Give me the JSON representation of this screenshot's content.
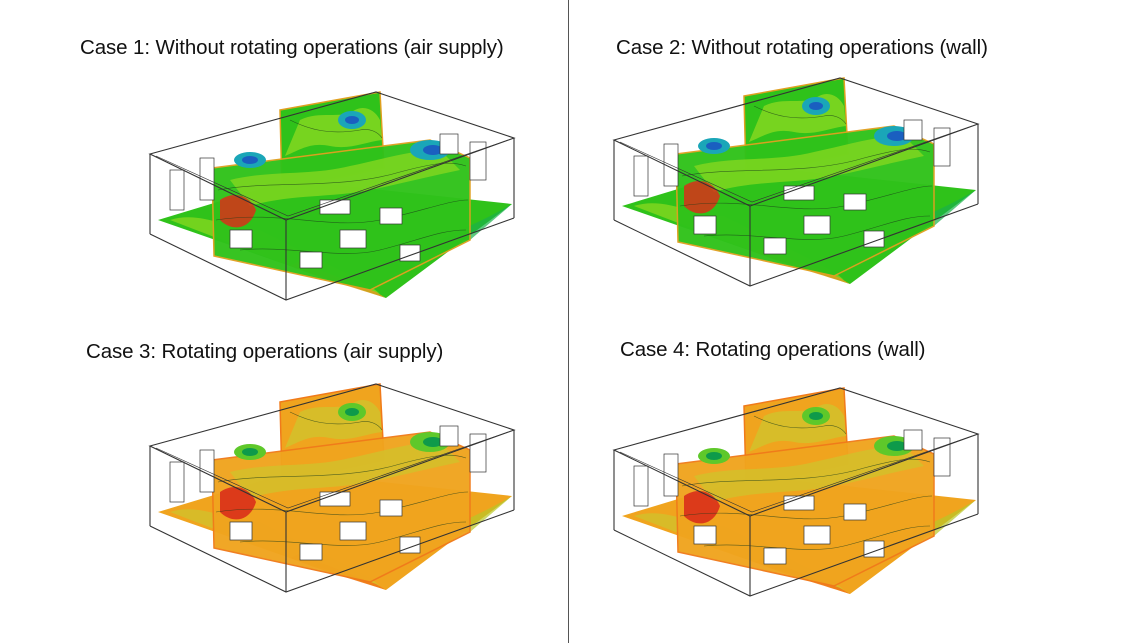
{
  "cases": [
    {
      "id": "case-1",
      "label": "Case 1: Without rotating operations (air supply)",
      "palette": "green"
    },
    {
      "id": "case-2",
      "label": "Case 2: Without rotating operations (wall)",
      "palette": "green"
    },
    {
      "id": "case-3",
      "label": "Case 3: Rotating operations (air supply)",
      "palette": "orange"
    },
    {
      "id": "case-4",
      "label": "Case 4: Rotating operations (wall)",
      "palette": "orange"
    }
  ],
  "palettes": {
    "green": {
      "base": "#2fc21a",
      "light": "#7fd620",
      "mid": "#19b04a",
      "cool1": "#1aa6b8",
      "cool2": "#1a5fc0",
      "warm": "#e0a020",
      "hot": "#d8301a"
    },
    "orange": {
      "base": "#f0a41e",
      "light": "#d4c02a",
      "mid": "#b8c626",
      "cool1": "#5ec82a",
      "cool2": "#0e9a4a",
      "warm": "#f07a1a",
      "hot": "#d8281a"
    }
  },
  "colors": {
    "outline": "#333333",
    "divider": "#555555",
    "caption": "#111111"
  }
}
